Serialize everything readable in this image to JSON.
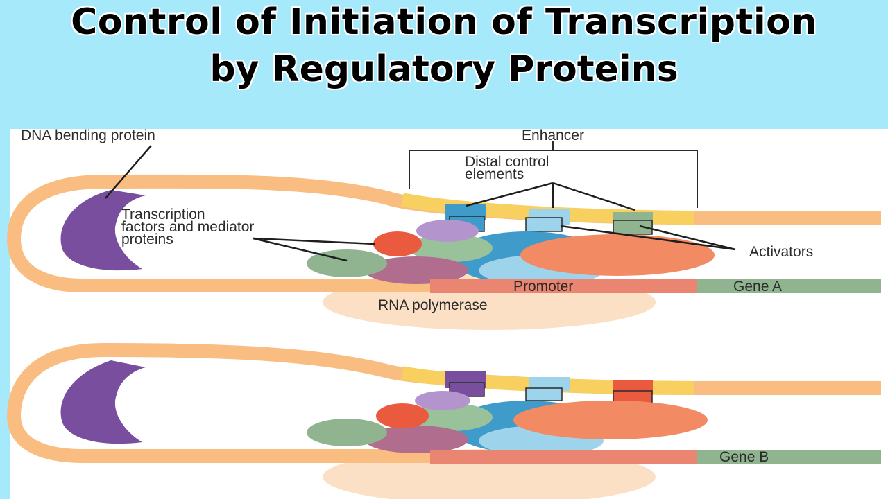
{
  "title": {
    "line1": "Control of Initiation of Transcription",
    "line2": "by Regulatory Proteins"
  },
  "labels": {
    "dna_bending_protein": "DNA bending protein",
    "enhancer": "Enhancer",
    "distal_line1": "Distal control",
    "distal_line2": "elements",
    "tf_line1": "Transcription",
    "tf_line2": "factors and mediator",
    "tf_line3": "proteins",
    "activators": "Activators",
    "promoter": "Promoter",
    "gene_a": "Gene A",
    "rna_polymerase": "RNA polymerase",
    "gene_b": "Gene B"
  },
  "colors": {
    "background": "#a6e9fb",
    "dna": "#f9bd82",
    "enhancer_band": "#f8d060",
    "bending_protein": "#7a4e9e",
    "promoter": "#e98570",
    "gene": "#8fb48f",
    "rna_polymerase": "#fbe0c6",
    "activator_blue": "#6fb7d8",
    "activator_orange": "#f28a64",
    "tf_red": "#ea5a3e",
    "tf_lilac": "#b394cd",
    "tf_green": "#99c29a",
    "tf_mauve": "#b06d8d",
    "tf_teal": "#3f9bc9"
  }
}
